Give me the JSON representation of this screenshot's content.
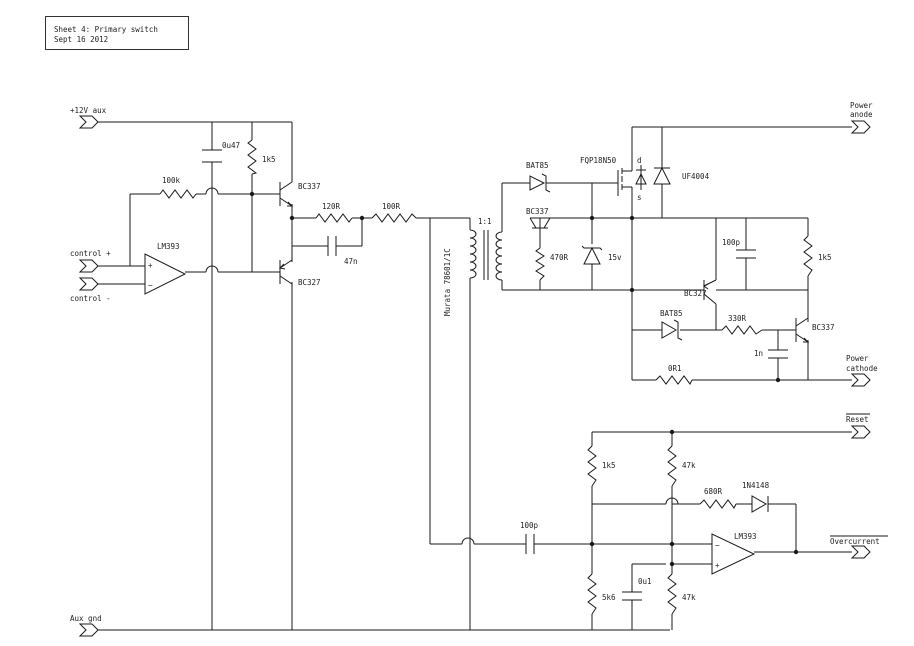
{
  "sheet": {
    "title": "Sheet 4: Primary switch",
    "date": "Sept 16 2012"
  },
  "ports": {
    "v12": "+12V aux",
    "ctrl_pos": "control +",
    "ctrl_neg": "control -",
    "aux_gnd": "Aux gnd",
    "anode_1": "Power",
    "anode_2": "anode",
    "cathode_1": "Power",
    "cathode_2": "cathode",
    "reset": "Reset",
    "overcurrent": "Overcurrent"
  },
  "components": {
    "cap_0u47": "0u47",
    "r_1k5_a": "1k5",
    "r_100k": "100k",
    "q_bc337_a": "BC337",
    "q_bc327_a": "BC327",
    "r_120R": "120R",
    "r_100R": "100R",
    "cap_47n": "47n",
    "opamp_a": "LM393",
    "xfmr_ratio": "1:1",
    "xfmr_part": "Murata 78601/1C",
    "d_bat85_a": "BAT85",
    "q_bc337_b": "BC337",
    "r_470R": "470R",
    "z_15v": "15v",
    "mosfet": "FQP18N50",
    "mos_d": "d",
    "mos_s": "s",
    "d_uf4004": "UF4004",
    "cap_100p_a": "100p",
    "r_1k5_b": "1k5",
    "q_bc327_b": "BC327",
    "d_bat85_b": "BAT85",
    "r_330R": "330R",
    "q_bc337_c": "BC337",
    "cap_1n": "1n",
    "r_0R1": "0R1",
    "r_1k5_c": "1k5",
    "r_47k_a": "47k",
    "r_680R": "680R",
    "d_1n4148": "1N4148",
    "cap_100p_b": "100p",
    "opamp_b": "LM393",
    "r_5k6": "5k6",
    "cap_0u1": "0u1",
    "r_47k_b": "47k"
  }
}
